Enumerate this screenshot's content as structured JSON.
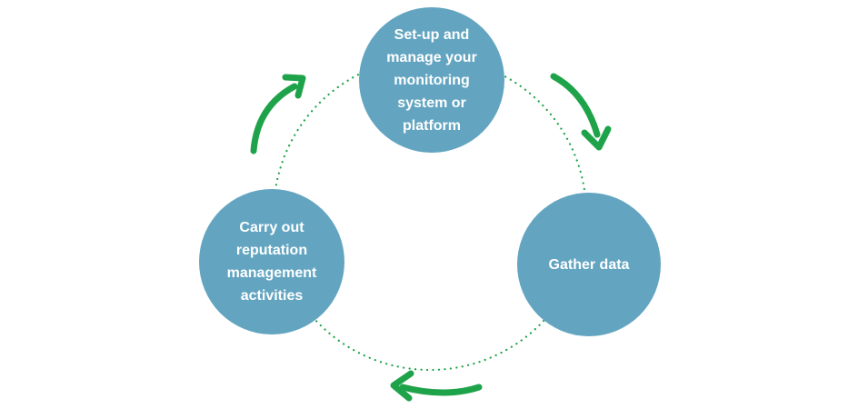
{
  "diagram": {
    "nodes": [
      {
        "id": "setup",
        "label": "Set-up and\nmanage your\nmonitoring\nsystem or\nplatform"
      },
      {
        "id": "gather",
        "label": "Gather data"
      },
      {
        "id": "carry",
        "label": "Carry out\nreputation\nmanagement\nactivities"
      }
    ],
    "cycle_direction": "clockwise",
    "colors": {
      "node_fill": "#63a5c1",
      "node_text": "#ffffff",
      "ring_dots": "#1fa34a",
      "arrow": "#1fa34a"
    }
  }
}
